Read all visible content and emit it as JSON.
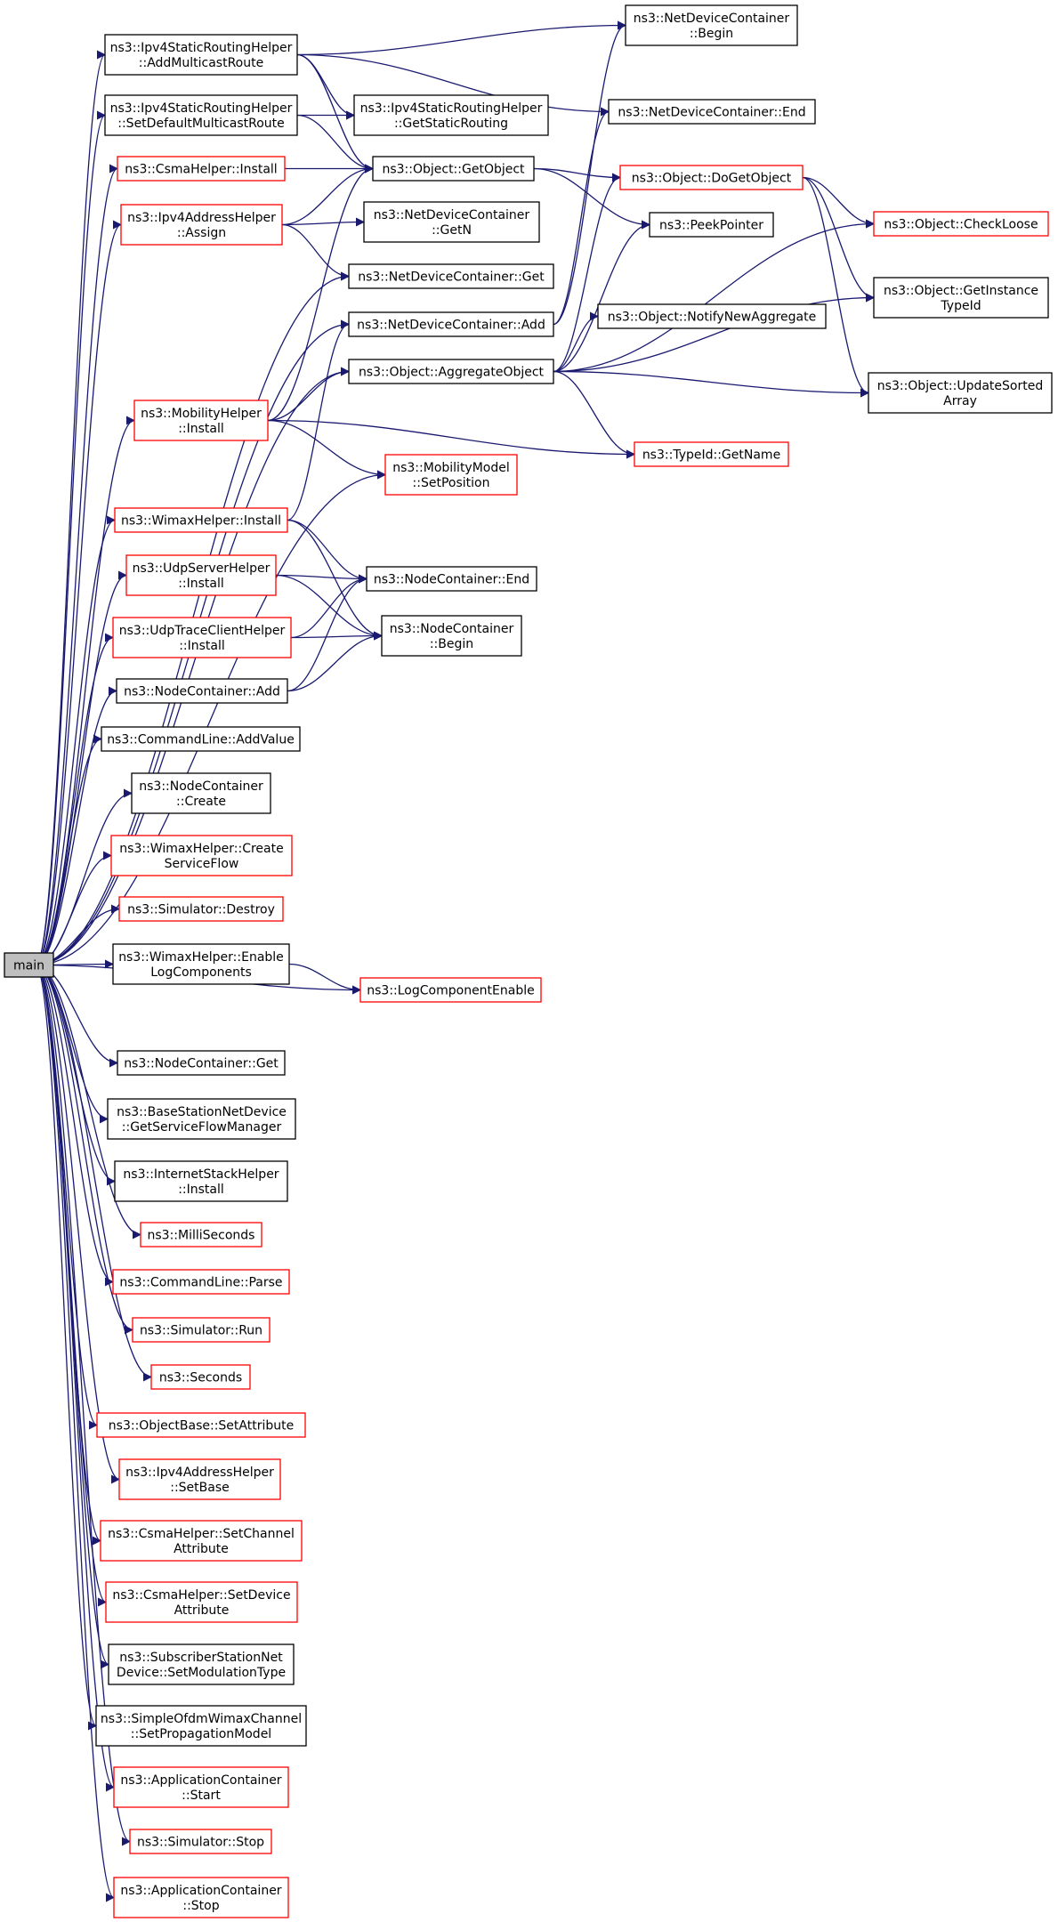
{
  "colors": {
    "edge": "#191970",
    "root_fill": "#bfbfbf",
    "border_normal": "#000000",
    "border_documented": "#ff0000"
  },
  "root": {
    "label": "main"
  },
  "nodes": {
    "ipv4_add_mcast": {
      "lines": [
        "ns3::Ipv4StaticRoutingHelper",
        "::AddMulticastRoute"
      ],
      "style": "black"
    },
    "ipv4_set_default": {
      "lines": [
        "ns3::Ipv4StaticRoutingHelper",
        "::SetDefaultMulticastRoute"
      ],
      "style": "black"
    },
    "ipv4_get_static": {
      "lines": [
        "ns3::Ipv4StaticRoutingHelper",
        "::GetStaticRouting"
      ],
      "style": "black"
    },
    "ndc_begin": {
      "lines": [
        "ns3::NetDeviceContainer",
        "::Begin"
      ],
      "style": "black"
    },
    "ndc_end": {
      "lines": [
        "ns3::NetDeviceContainer::End"
      ],
      "style": "black"
    },
    "csma_install": {
      "lines": [
        "ns3::CsmaHelper::Install"
      ],
      "style": "red"
    },
    "obj_getobject": {
      "lines": [
        "ns3::Object::GetObject"
      ],
      "style": "black"
    },
    "obj_dogetobject": {
      "lines": [
        "ns3::Object::DoGetObject"
      ],
      "style": "red"
    },
    "ipv4addr_assign": {
      "lines": [
        "ns3::Ipv4AddressHelper",
        "::Assign"
      ],
      "style": "red"
    },
    "ndc_getn": {
      "lines": [
        "ns3::NetDeviceContainer",
        "::GetN"
      ],
      "style": "black"
    },
    "peekpointer": {
      "lines": [
        "ns3::PeekPointer"
      ],
      "style": "black"
    },
    "obj_checkloose": {
      "lines": [
        "ns3::Object::CheckLoose"
      ],
      "style": "red"
    },
    "ndc_get": {
      "lines": [
        "ns3::NetDeviceContainer::Get"
      ],
      "style": "black"
    },
    "ndc_add": {
      "lines": [
        "ns3::NetDeviceContainer::Add"
      ],
      "style": "black"
    },
    "obj_getinstance": {
      "lines": [
        "ns3::Object::GetInstance",
        "TypeId"
      ],
      "style": "black"
    },
    "obj_notify": {
      "lines": [
        "ns3::Object::NotifyNewAggregate"
      ],
      "style": "black"
    },
    "obj_aggregate": {
      "lines": [
        "ns3::Object::AggregateObject"
      ],
      "style": "black"
    },
    "obj_updatesorted": {
      "lines": [
        "ns3::Object::UpdateSorted",
        "Array"
      ],
      "style": "black"
    },
    "mobility_install": {
      "lines": [
        "ns3::MobilityHelper",
        "::Install"
      ],
      "style": "red"
    },
    "typeid_getname": {
      "lines": [
        "ns3::TypeId::GetName"
      ],
      "style": "red"
    },
    "mobmodel_setpos": {
      "lines": [
        "ns3::MobilityModel",
        "::SetPosition"
      ],
      "style": "red"
    },
    "wimax_install": {
      "lines": [
        "ns3::WimaxHelper::Install"
      ],
      "style": "red"
    },
    "udpserver_install": {
      "lines": [
        "ns3::UdpServerHelper",
        "::Install"
      ],
      "style": "red"
    },
    "nc_end": {
      "lines": [
        "ns3::NodeContainer::End"
      ],
      "style": "black"
    },
    "udptrace_install": {
      "lines": [
        "ns3::UdpTraceClientHelper",
        "::Install"
      ],
      "style": "red"
    },
    "nc_begin": {
      "lines": [
        "ns3::NodeContainer",
        "::Begin"
      ],
      "style": "black"
    },
    "nc_add": {
      "lines": [
        "ns3::NodeContainer::Add"
      ],
      "style": "black"
    },
    "cmd_addvalue": {
      "lines": [
        "ns3::CommandLine::AddValue"
      ],
      "style": "black"
    },
    "nc_create": {
      "lines": [
        "ns3::NodeContainer",
        "::Create"
      ],
      "style": "black"
    },
    "wimax_createsf": {
      "lines": [
        "ns3::WimaxHelper::Create",
        "ServiceFlow"
      ],
      "style": "red"
    },
    "sim_destroy": {
      "lines": [
        "ns3::Simulator::Destroy"
      ],
      "style": "red"
    },
    "wimax_enablelog": {
      "lines": [
        "ns3::WimaxHelper::Enable",
        "LogComponents"
      ],
      "style": "black"
    },
    "logcomp_enable": {
      "lines": [
        "ns3::LogComponentEnable"
      ],
      "style": "red"
    },
    "nc_get": {
      "lines": [
        "ns3::NodeContainer::Get"
      ],
      "style": "black"
    },
    "bsnd_getsfm": {
      "lines": [
        "ns3::BaseStationNetDevice",
        "::GetServiceFlowManager"
      ],
      "style": "black"
    },
    "inet_install": {
      "lines": [
        "ns3::InternetStackHelper",
        "::Install"
      ],
      "style": "black"
    },
    "milliseconds": {
      "lines": [
        "ns3::MilliSeconds"
      ],
      "style": "red"
    },
    "cmd_parse": {
      "lines": [
        "ns3::CommandLine::Parse"
      ],
      "style": "red"
    },
    "sim_run": {
      "lines": [
        "ns3::Simulator::Run"
      ],
      "style": "red"
    },
    "seconds": {
      "lines": [
        "ns3::Seconds"
      ],
      "style": "red"
    },
    "objbase_setattr": {
      "lines": [
        "ns3::ObjectBase::SetAttribute"
      ],
      "style": "red"
    },
    "ipv4addr_setbase": {
      "lines": [
        "ns3::Ipv4AddressHelper",
        "::SetBase"
      ],
      "style": "red"
    },
    "csma_setchannel": {
      "lines": [
        "ns3::CsmaHelper::SetChannel",
        "Attribute"
      ],
      "style": "red"
    },
    "csma_setdevice": {
      "lines": [
        "ns3::CsmaHelper::SetDevice",
        "Attribute"
      ],
      "style": "red"
    },
    "ssnd_setmod": {
      "lines": [
        "ns3::SubscriberStationNet",
        "Device::SetModulationType"
      ],
      "style": "black"
    },
    "ofdm_setprop": {
      "lines": [
        "ns3::SimpleOfdmWimaxChannel",
        "::SetPropagationModel"
      ],
      "style": "black"
    },
    "app_start": {
      "lines": [
        "ns3::ApplicationContainer",
        "::Start"
      ],
      "style": "red"
    },
    "sim_stop": {
      "lines": [
        "ns3::Simulator::Stop"
      ],
      "style": "red"
    },
    "app_stop": {
      "lines": [
        "ns3::ApplicationContainer",
        "::Stop"
      ],
      "style": "red"
    }
  },
  "edges": [
    [
      "main",
      "ipv4_add_mcast"
    ],
    [
      "main",
      "ipv4_set_default"
    ],
    [
      "main",
      "csma_install"
    ],
    [
      "main",
      "ipv4addr_assign"
    ],
    [
      "main",
      "ndc_get"
    ],
    [
      "main",
      "ndc_add"
    ],
    [
      "main",
      "obj_aggregate"
    ],
    [
      "main",
      "mobility_install"
    ],
    [
      "main",
      "mobmodel_setpos"
    ],
    [
      "main",
      "wimax_install"
    ],
    [
      "main",
      "udpserver_install"
    ],
    [
      "main",
      "udptrace_install"
    ],
    [
      "main",
      "nc_add"
    ],
    [
      "main",
      "cmd_addvalue"
    ],
    [
      "main",
      "nc_create"
    ],
    [
      "main",
      "wimax_createsf"
    ],
    [
      "main",
      "sim_destroy"
    ],
    [
      "main",
      "wimax_enablelog"
    ],
    [
      "main",
      "logcomp_enable"
    ],
    [
      "main",
      "nc_get"
    ],
    [
      "main",
      "bsnd_getsfm"
    ],
    [
      "main",
      "inet_install"
    ],
    [
      "main",
      "milliseconds"
    ],
    [
      "main",
      "cmd_parse"
    ],
    [
      "main",
      "sim_run"
    ],
    [
      "main",
      "seconds"
    ],
    [
      "main",
      "objbase_setattr"
    ],
    [
      "main",
      "ipv4addr_setbase"
    ],
    [
      "main",
      "csma_setchannel"
    ],
    [
      "main",
      "csma_setdevice"
    ],
    [
      "main",
      "ssnd_setmod"
    ],
    [
      "main",
      "ofdm_setprop"
    ],
    [
      "main",
      "app_start"
    ],
    [
      "main",
      "sim_stop"
    ],
    [
      "main",
      "app_stop"
    ],
    [
      "ipv4_add_mcast",
      "ndc_begin"
    ],
    [
      "ipv4_add_mcast",
      "ndc_end"
    ],
    [
      "ipv4_add_mcast",
      "ipv4_get_static"
    ],
    [
      "ipv4_add_mcast",
      "obj_getobject"
    ],
    [
      "ipv4_set_default",
      "ipv4_get_static"
    ],
    [
      "ipv4_set_default",
      "obj_getobject"
    ],
    [
      "csma_install",
      "obj_getobject"
    ],
    [
      "obj_getobject",
      "obj_dogetobject"
    ],
    [
      "obj_getobject",
      "peekpointer"
    ],
    [
      "obj_dogetobject",
      "obj_checkloose"
    ],
    [
      "obj_dogetobject",
      "obj_getinstance"
    ],
    [
      "obj_dogetobject",
      "obj_updatesorted"
    ],
    [
      "ipv4addr_assign",
      "obj_getobject"
    ],
    [
      "ipv4addr_assign",
      "ndc_getn"
    ],
    [
      "ipv4addr_assign",
      "ndc_get"
    ],
    [
      "ndc_add",
      "ndc_begin"
    ],
    [
      "ndc_add",
      "ndc_end"
    ],
    [
      "obj_aggregate",
      "obj_dogetobject"
    ],
    [
      "obj_aggregate",
      "peekpointer"
    ],
    [
      "obj_aggregate",
      "obj_checkloose"
    ],
    [
      "obj_aggregate",
      "obj_notify"
    ],
    [
      "obj_aggregate",
      "obj_getinstance"
    ],
    [
      "obj_aggregate",
      "obj_updatesorted"
    ],
    [
      "obj_aggregate",
      "typeid_getname"
    ],
    [
      "mobility_install",
      "obj_getobject"
    ],
    [
      "mobility_install",
      "obj_aggregate"
    ],
    [
      "mobility_install",
      "mobmodel_setpos"
    ],
    [
      "mobility_install",
      "typeid_getname"
    ],
    [
      "wimax_install",
      "ndc_add"
    ],
    [
      "wimax_install",
      "nc_end"
    ],
    [
      "wimax_install",
      "nc_begin"
    ],
    [
      "udpserver_install",
      "nc_end"
    ],
    [
      "udpserver_install",
      "nc_begin"
    ],
    [
      "udptrace_install",
      "nc_end"
    ],
    [
      "udptrace_install",
      "nc_begin"
    ],
    [
      "nc_add",
      "nc_end"
    ],
    [
      "nc_add",
      "nc_begin"
    ],
    [
      "wimax_enablelog",
      "logcomp_enable"
    ]
  ]
}
